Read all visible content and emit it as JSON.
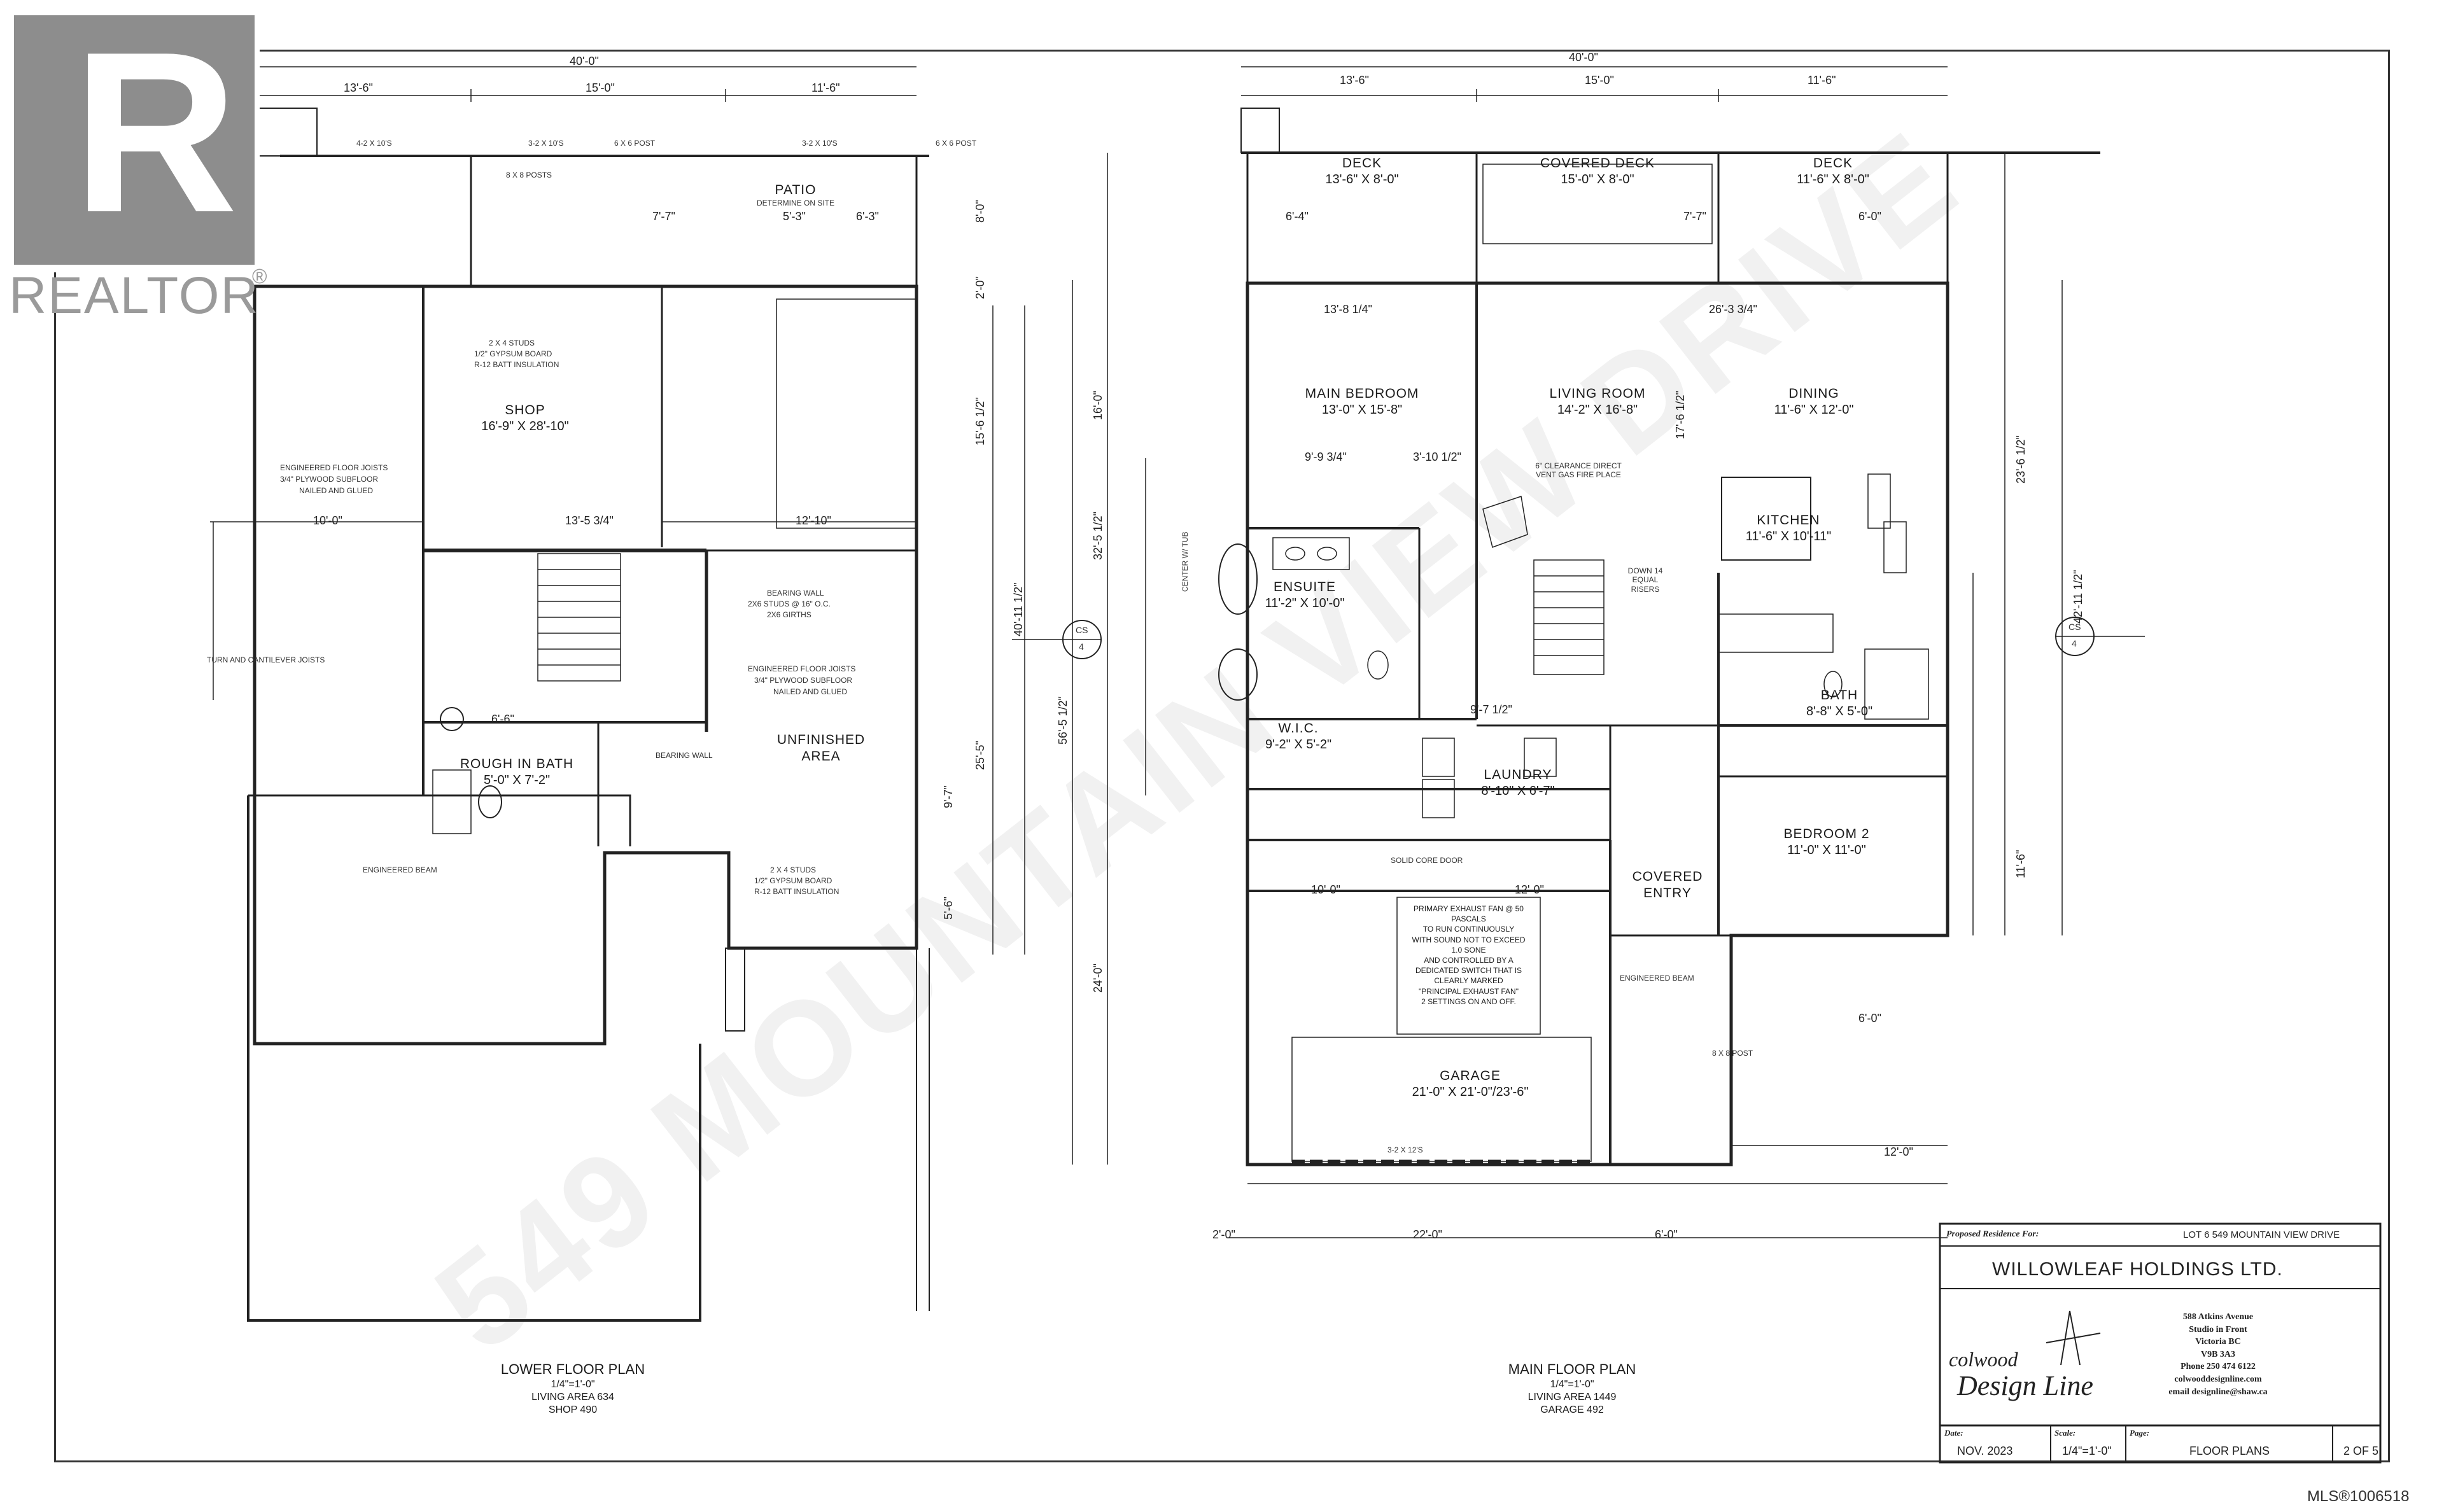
{
  "logo": {
    "brand": "REALTOR",
    "mark": "R"
  },
  "watermark": "549 MOUNTAIN VIEW DRIVE",
  "mls": "MLS®1006518",
  "lower_plan": {
    "overall_dim": "40'-0\"",
    "top_dims": [
      "13'-6\"",
      "15'-0\"",
      "11'-6\""
    ],
    "title": "LOWER FLOOR PLAN",
    "scale": "1/4\"=1'-0\"",
    "area1": "LIVING AREA 634",
    "area2": "SHOP 490",
    "rooms": [
      {
        "name": "PATIO",
        "dims": "DETERMINE ON SITE"
      },
      {
        "name": "SHOP",
        "dims": "16'-9\" X 28'-10\""
      },
      {
        "name": "UNFINISHED",
        "dims": "AREA"
      },
      {
        "name": "ROUGH IN BATH",
        "dims": "5'-0\" X 7'-2\""
      }
    ],
    "notes": [
      "ENGINEERED FLOOR JOISTS",
      "3/4\" PLYWOOD SUBFLOOR",
      "NAILED AND GLUED",
      "2 X 4 STUDS",
      "1/2\" GYPSUM BOARD",
      "R-12 BATT INSULATION",
      "BEARING WALL",
      "2X6 STUDS @ 16\" O.C.",
      "2X6 GIRTHS",
      "ENGINEERED BEAM",
      "TURN AND CANTILEVER JOISTS",
      "8 X 8 POSTS",
      "3-2 X 10'S",
      "6 X 6 POST",
      "4-2 X 10'S"
    ],
    "side_dims": [
      "10'-0\"",
      "13'-5 3/4\"",
      "12'-10\"",
      "7'-7\"",
      "5'-3\"",
      "6'-3\"",
      "6'-6\"",
      "40'-11 1/2\"",
      "56'-5 1/2\"",
      "25'-5\"",
      "15'-6 1/2\"",
      "9'-7\"",
      "5'-6\"",
      "8'-0\"",
      "2'-0\""
    ]
  },
  "main_plan": {
    "overall_dim": "40'-0\"",
    "top_dims": [
      "13'-6\"",
      "15'-0\"",
      "11'-6\""
    ],
    "title": "MAIN FLOOR PLAN",
    "scale": "1/4\"=1'-0\"",
    "area1": "LIVING AREA 1449",
    "area2": "GARAGE 492",
    "rooms": [
      {
        "name": "DECK",
        "dims": "13'-6\" X 8'-0\""
      },
      {
        "name": "COVERED DECK",
        "dims": "15'-0\" X 8'-0\""
      },
      {
        "name": "DECK",
        "dims": "11'-6\" X 8'-0\""
      },
      {
        "name": "MAIN BEDROOM",
        "dims": "13'-0\" X 15'-8\""
      },
      {
        "name": "LIVING ROOM",
        "dims": "14'-2\" X 16'-8\""
      },
      {
        "name": "DINING",
        "dims": "11'-6\" X 12'-0\""
      },
      {
        "name": "KITCHEN",
        "dims": "11'-6\" X 10'-11\""
      },
      {
        "name": "ENSUITE",
        "dims": "11'-2\" X 10'-0\""
      },
      {
        "name": "W.I.C.",
        "dims": "9'-2\" X 5'-2\""
      },
      {
        "name": "LAUNDRY",
        "dims": "8'-10\" X 6'-7\""
      },
      {
        "name": "BATH",
        "dims": "8'-8\" X 5'-0\""
      },
      {
        "name": "BEDROOM 2",
        "dims": "11'-0\" X 11'-0\""
      },
      {
        "name": "COVERED",
        "dims": "ENTRY"
      },
      {
        "name": "GARAGE",
        "dims": "21'-0\" X 21'-0\"/23'-6\""
      }
    ],
    "exhaust_note": [
      "PRIMARY EXHAUST FAN @ 50",
      "PASCALS",
      "TO RUN CONTINUOUSLY",
      "WITH SOUND NOT TO EXCEED",
      "1.0 SONE",
      "AND CONTROLLED BY A",
      "DEDICATED SWITCH THAT IS",
      "CLEARLY MARKED",
      "\"PRINCIPAL EXHAUST FAN\"",
      "2 SETTINGS ON AND OFF."
    ],
    "notes": [
      "ENGINEERED BEAM",
      "8 X 8 POST",
      "3-2 X 12'S",
      "DOWN 14 EQUAL RISERS",
      "CENTER W/ TUB",
      "SOLID CORE DOOR",
      "6\" CLEARANCE DIRECT VENT GAS FIRE PLACE"
    ],
    "side_dims": [
      "13'-8 1/4\"",
      "26'-3 3/4\"",
      "9'-9 3/4\"",
      "3'-10 1/2\"",
      "16'-0\"",
      "32'-5 1/2\"",
      "56'-5 1/2\"",
      "24'-0\"",
      "23'-6 1/2\"",
      "42'-11 1/2\"",
      "17'-6 1/2\"",
      "11'-6\"",
      "22'-0\"",
      "6'-0\"",
      "12'-0\"",
      "2'-0\"",
      "10'-0\"",
      "9'-7 1/2\"",
      "6'-4\"",
      "7'-7\"",
      "6'-0\""
    ]
  },
  "title_block": {
    "proposed_label": "Proposed Residence For:",
    "lot": "LOT 6 549 MOUNTAIN VIEW DRIVE",
    "client": "WILLOWLEAF HOLDINGS LTD.",
    "designer_line1": "colwood",
    "designer_line2": "Design Line",
    "address": [
      "588 Atkins Avenue",
      "Studio in Front",
      "Victoria BC",
      "V9B 3A3",
      "Phone 250 474 6122",
      "colwooddesignline.com",
      "email designline@shaw.ca"
    ],
    "date_label": "Date:",
    "date": "NOV. 2023",
    "scale_label": "Scale:",
    "scale": "1/4\"=1'-0\"",
    "page_label": "Page:",
    "page": "FLOOR PLANS",
    "sheet": "2 OF 5"
  },
  "section_markers": [
    "CS",
    "4"
  ]
}
